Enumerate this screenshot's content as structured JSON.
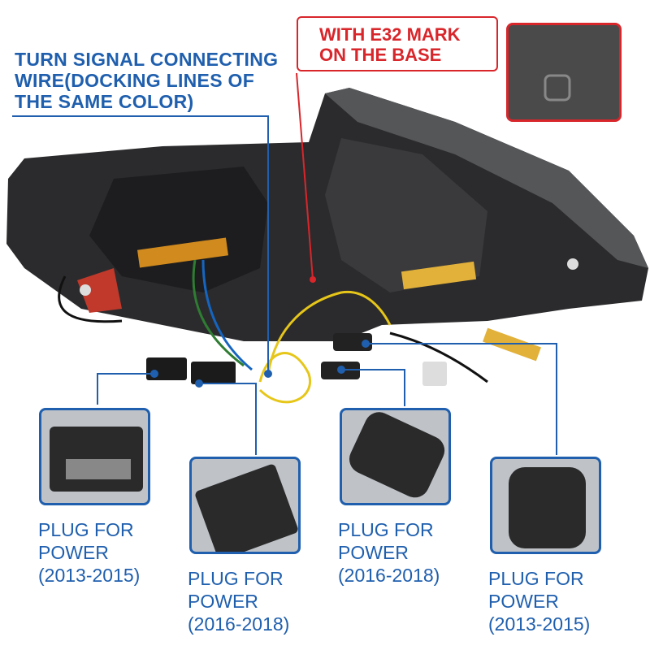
{
  "annotations": {
    "turn_signal": [
      "TURN SIGNAL CONNECTING",
      "WIRE(DOCKING LINES OF",
      "THE SAME COLOR)"
    ],
    "e32_mark": [
      "WITH E32 MARK",
      "ON THE BASE"
    ]
  },
  "plugs": [
    {
      "line1": "PLUG FOR",
      "line2": "POWER",
      "years": "(2013-2015)"
    },
    {
      "line1": "PLUG FOR",
      "line2": "POWER",
      "years": "(2016-2018)"
    },
    {
      "line1": "PLUG FOR",
      "line2": "POWER",
      "years": "(2016-2018)"
    },
    {
      "line1": "PLUG FOR",
      "line2": "POWER",
      "years": "(2013-2015)"
    }
  ],
  "colors": {
    "label_blue": "#1f5fae",
    "mark_red": "#d8262b"
  }
}
